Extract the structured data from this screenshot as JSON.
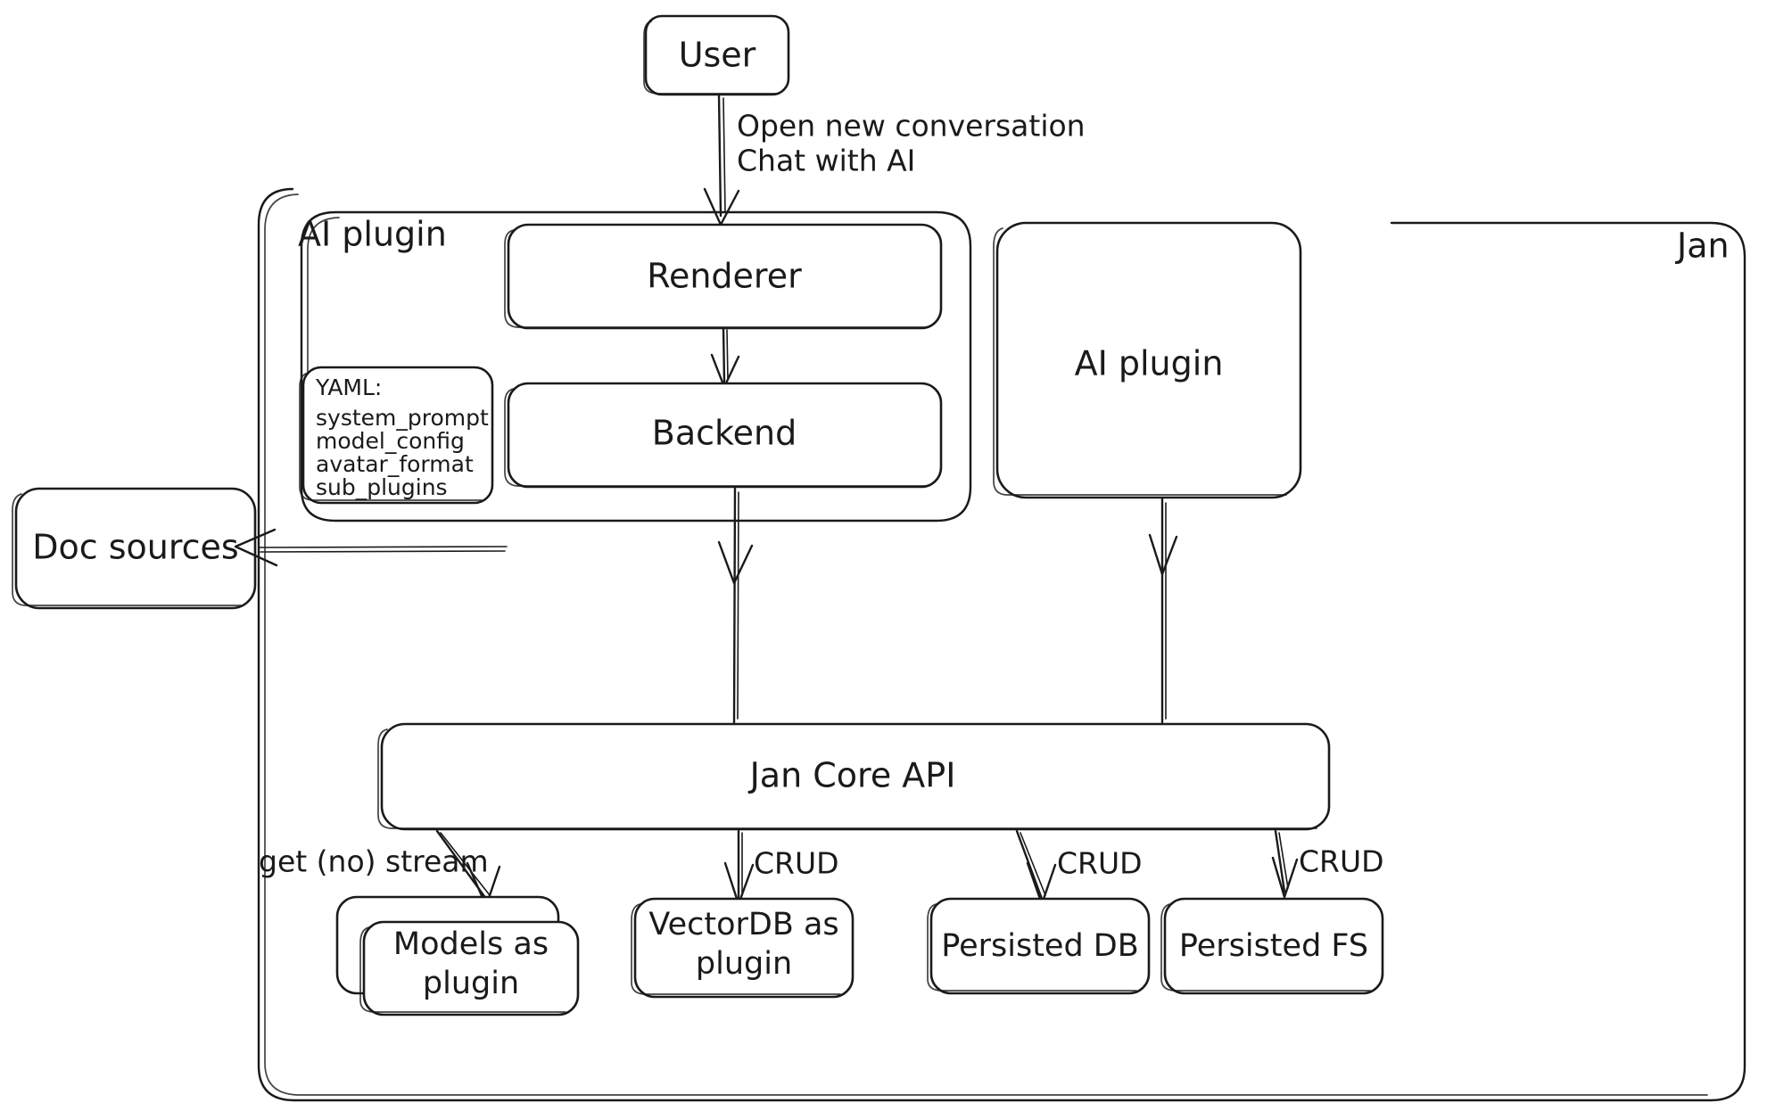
{
  "diagram": {
    "title_visible": false,
    "style": {
      "stroke": "#1a1a1a",
      "fill": "#ffffff",
      "background": "#ffffff"
    },
    "containers": [
      {
        "id": "jan",
        "label": "Jan"
      },
      {
        "id": "ai_plugin_group",
        "label": "AI plugin"
      }
    ],
    "nodes": [
      {
        "id": "user",
        "label": "User"
      },
      {
        "id": "renderer",
        "label": "Renderer"
      },
      {
        "id": "backend",
        "label": "Backend"
      },
      {
        "id": "ai_plugin_right",
        "label": "AI plugin"
      },
      {
        "id": "doc_sources",
        "label": "Doc sources"
      },
      {
        "id": "jan_core_api",
        "label": "Jan Core API"
      },
      {
        "id": "models_plugin",
        "label_line1": "Models as",
        "label_line2": "plugin"
      },
      {
        "id": "vectordb_plugin",
        "label_line1": "VectorDB as",
        "label_line2": "plugin"
      },
      {
        "id": "persisted_db",
        "label": "Persisted DB"
      },
      {
        "id": "persisted_fs",
        "label": "Persisted FS"
      }
    ],
    "yaml_card": {
      "title": "YAML:",
      "items": [
        "system_prompt",
        "model_config",
        "avatar_format",
        "sub_plugins"
      ]
    },
    "edge_labels": {
      "user_to_renderer_line1": "Open new conversation",
      "user_to_renderer_line2": "Chat with AI",
      "core_to_models": "get (no) stream",
      "core_to_vectordb": "CRUD",
      "core_to_persisted_db": "CRUD",
      "core_to_persisted_fs": "CRUD"
    }
  }
}
